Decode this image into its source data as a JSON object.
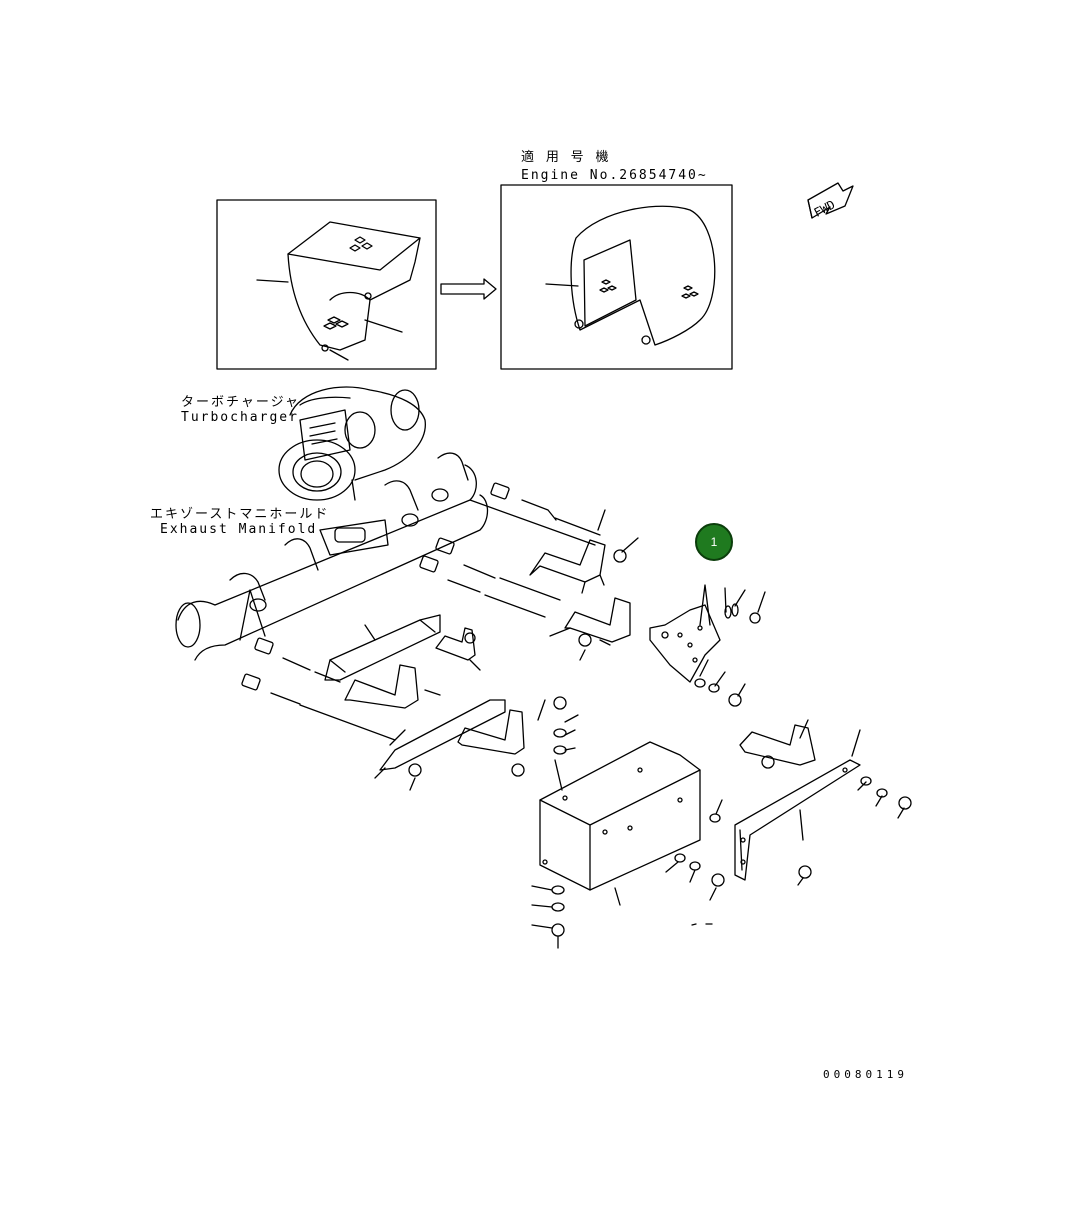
{
  "applicability": {
    "jp": "適 用 号 機",
    "engine": "Engine No.26854740~"
  },
  "direction_marker": "FWD",
  "labels": {
    "turbocharger_jp": "ターボチャージャ",
    "turbocharger_en": "Turbocharger",
    "manifold_jp": "エキゾーストマニホールド",
    "manifold_en": "Exhaust Manifold"
  },
  "callout": "1",
  "drawing_number": "00080119",
  "colors": {
    "callout_fill": "#1f7a1f",
    "line": "#000000"
  }
}
